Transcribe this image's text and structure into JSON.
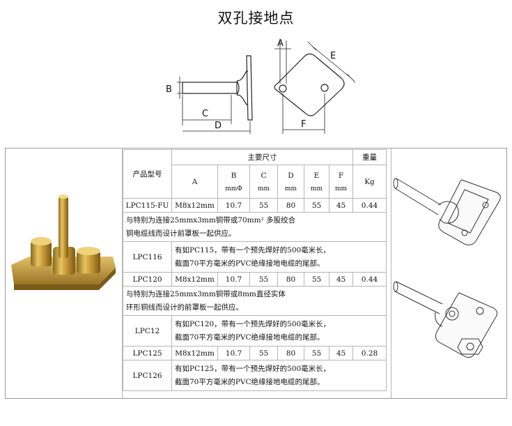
{
  "title": "双孔接地点",
  "diagram_labels": {
    "a": "A",
    "b": "B",
    "c": "C",
    "d": "D",
    "e": "E",
    "f": "F"
  },
  "table": {
    "model_header": "产品型号",
    "main_dims_header": "主要尺寸",
    "weight_header_1": "重量",
    "weight_header_2": "Kg",
    "cols": [
      {
        "name": "A",
        "unit": ""
      },
      {
        "name": "B",
        "unit": "mmΦ"
      },
      {
        "name": "C",
        "unit": "mm"
      },
      {
        "name": "D",
        "unit": "mm"
      },
      {
        "name": "E",
        "unit": "mm"
      },
      {
        "name": "F",
        "unit": "mm"
      }
    ],
    "rows": [
      {
        "model": "LPC115-FU",
        "a": "M8x12mm",
        "b": "10.7",
        "c": "55",
        "d": "80",
        "e": "55",
        "f": "45",
        "w": "0.44"
      },
      {
        "note1": "与特别为连接25mmx3mm铜带或70mm² 多股绞合",
        "note2": "铜电缆线而设计前罩板一起供应。"
      },
      {
        "model": "LPC116",
        "note1": "有如PC115，带有一个预先焊好的500毫米长，",
        "note2": "截面70平方毫米的PVC绝缘接地电缆的尾部。"
      },
      {
        "model": "LPC120",
        "a": "M8x12mm",
        "b": "10.7",
        "c": "55",
        "d": "80",
        "e": "55",
        "f": "45",
        "w": "0.44"
      },
      {
        "note1": "与特别为连接25mmx3mm铜带或8mm直径实体",
        "note2": "环形铜线而设计的前罩板一起供应。"
      },
      {
        "model": "LPC12",
        "note1": "有如PC120，带有一个预先焊好的500毫米长，",
        "note2": "截面70平方毫米的PVC绝缘接地电缆的尾部。"
      },
      {
        "model": "LPC125",
        "a": "M8x12mm",
        "b": "10.7",
        "c": "55",
        "d": "80",
        "e": "55",
        "f": "45",
        "w": "0.28"
      },
      {
        "model": "LPC126",
        "note1": "有如PC125，带有一个预先焊好的500毫米长，",
        "note2": "截面70平方毫米的PVC绝缘接地电缆的尾部。"
      }
    ]
  }
}
